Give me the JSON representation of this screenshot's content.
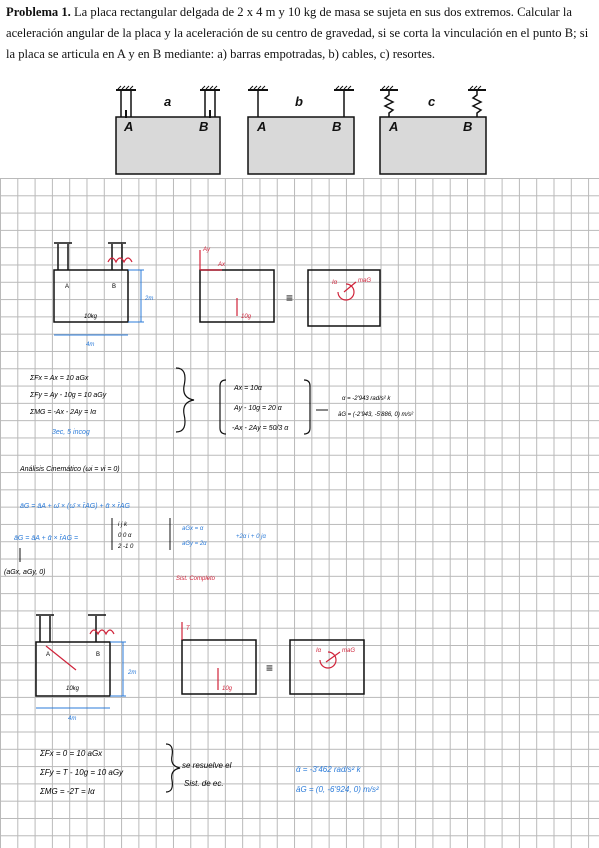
{
  "problem": {
    "label": "Problema 1.",
    "text": "La placa rectangular delgada de 2 x 4 m y 10 kg de masa se sujeta en sus dos extremos. Calcular la aceleración angular de la placa y la aceleración de su centro de gravedad, si se corta la vinculación en el punto B; si la placa se articula en A y en B mediante: a) barras empotradas, b) cables, c) resortes."
  },
  "figures": {
    "a": {
      "case_label": "a",
      "point_a": "A",
      "point_b": "B"
    },
    "b": {
      "case_label": "b",
      "point_a": "A",
      "point_b": "B"
    },
    "c": {
      "case_label": "c",
      "point_a": "A",
      "point_b": "B"
    }
  },
  "notes": {
    "case1": {
      "point_a": "A",
      "point_b": "B",
      "mass": "10kg",
      "height": "2m",
      "width": "4m",
      "force_ay": "Ay",
      "force_ax": "Ax",
      "weight": "10g",
      "equiv": "≡",
      "inertia": "Iα",
      "ma": "maG",
      "eq1": "ΣFx = Ax = 10 aGx",
      "eq2": "ΣFy = Ay - 10g = 10 aGy",
      "eq3": "ΣMG = -Ax - 2Ay = Iα",
      "note_unknowns": "3ec, 5 incog",
      "sys1": "Ax = 10α",
      "sys2": "Ay - 10g = 20 α",
      "sys3": "-Ax - 2Ay = 50/3 α",
      "res_alpha": "α = -2'943 rad/s² k",
      "res_ag": "āG = (-2'943, -5'886, 0) m/s²",
      "kin_title": "Análisis Cinemático (ωi = vi = 0)",
      "kin_eq1": "āG = āA + ω̄ × (ω̄ × r̄AG) + ᾱ × r̄AG",
      "kin_eq2": "āG = āA + ᾱ × r̄AG =",
      "det_r1": "i   j   k",
      "det_r2": "0   0   α",
      "det_r3": "2  -1   0",
      "kin_res1": "aGx = α",
      "kin_res2": "aGy = 2α",
      "kin_res3": "+2α i + 0 jα",
      "kin_vec": "(aGx, aGy, 0)",
      "kin_sys": "Sist. Completo"
    },
    "case2": {
      "point_a": "A",
      "point_b": "B",
      "mass": "10kg",
      "height": "2m",
      "width": "4m",
      "tension": "T",
      "weight": "10g",
      "equiv": "≡",
      "inertia": "Iα",
      "ma": "maG",
      "eq1": "ΣFx = 0 = 10 aGx",
      "eq2": "ΣFy = T - 10g = 10 aGy",
      "eq3": "ΣMG = -2T = Iα",
      "solve1": "se resuelve el",
      "solve2": "Sist. de ec.",
      "res_alpha": "ᾱ = -3'462 rad/s² k",
      "res_ag": "āG = (0, -6'924, 0) m/s²"
    }
  }
}
